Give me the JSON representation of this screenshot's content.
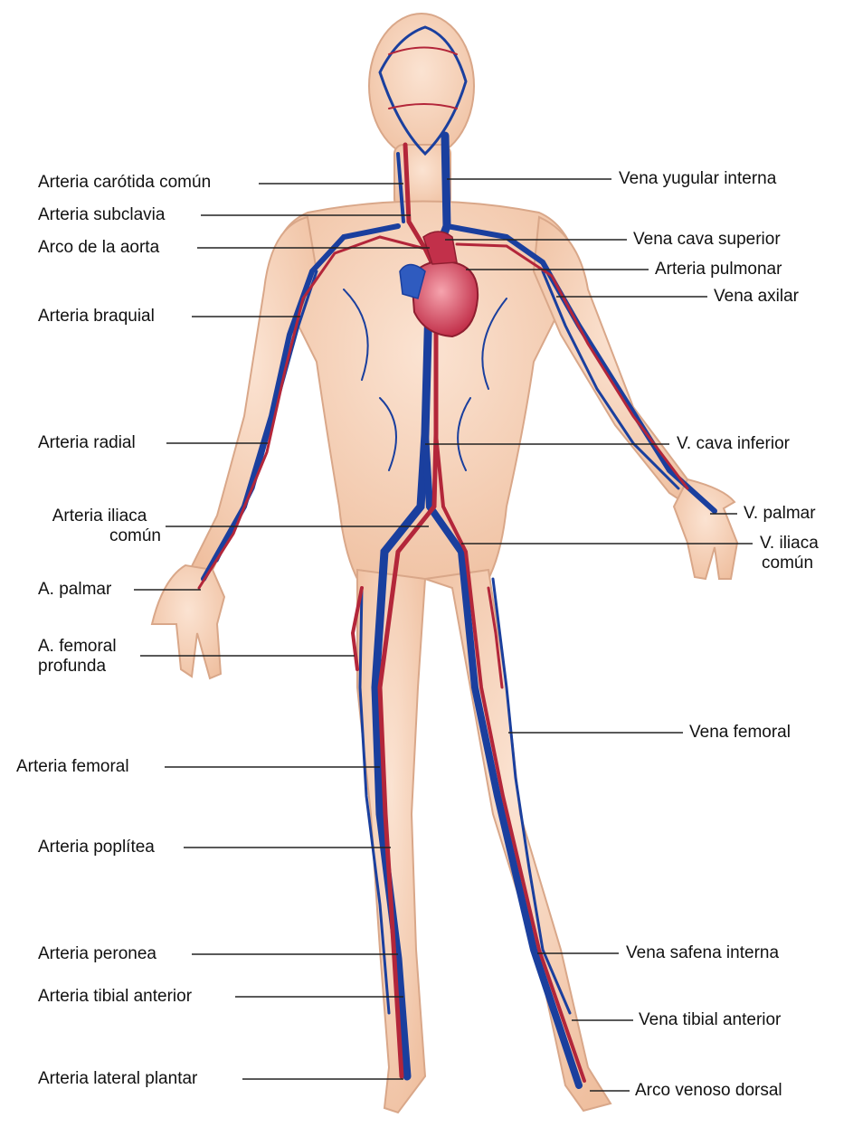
{
  "colors": {
    "skin": "#f6d2b8",
    "skin_shade": "#eab393",
    "vein": "#1a3f9e",
    "artery": "#b3263a",
    "heart": "#d9485c",
    "leader": "#222222"
  },
  "labels_left": {
    "carotida": "Arteria carótida común",
    "subclavia": "Arteria subclavia",
    "arco_aorta": "Arco de la aorta",
    "braquial": "Arteria braquial",
    "radial": "Arteria radial",
    "iliaca_1": "Arteria iliaca",
    "iliaca_2": "común",
    "a_palmar": "A. palmar",
    "femoral_prof_1": "A. femoral",
    "femoral_prof_2": "profunda",
    "femoral": "Arteria femoral",
    "poplitea": "Arteria poplítea",
    "peronea": "Arteria peronea",
    "tibial_ant": "Arteria tibial anterior",
    "lateral_plantar": "Arteria lateral plantar"
  },
  "labels_right": {
    "yugular": "Vena yugular interna",
    "cava_sup": "Vena cava superior",
    "pulmonar": "Arteria pulmonar",
    "axilar": "Vena axilar",
    "cava_inf": "V. cava inferior",
    "v_palmar": "V. palmar",
    "v_iliaca_1": "V. iliaca",
    "v_iliaca_2": "común",
    "femoral": "Vena femoral",
    "safena": "Vena safena interna",
    "tibial_ant": "Vena tibial anterior",
    "arco_venoso": "Arco venoso dorsal"
  }
}
